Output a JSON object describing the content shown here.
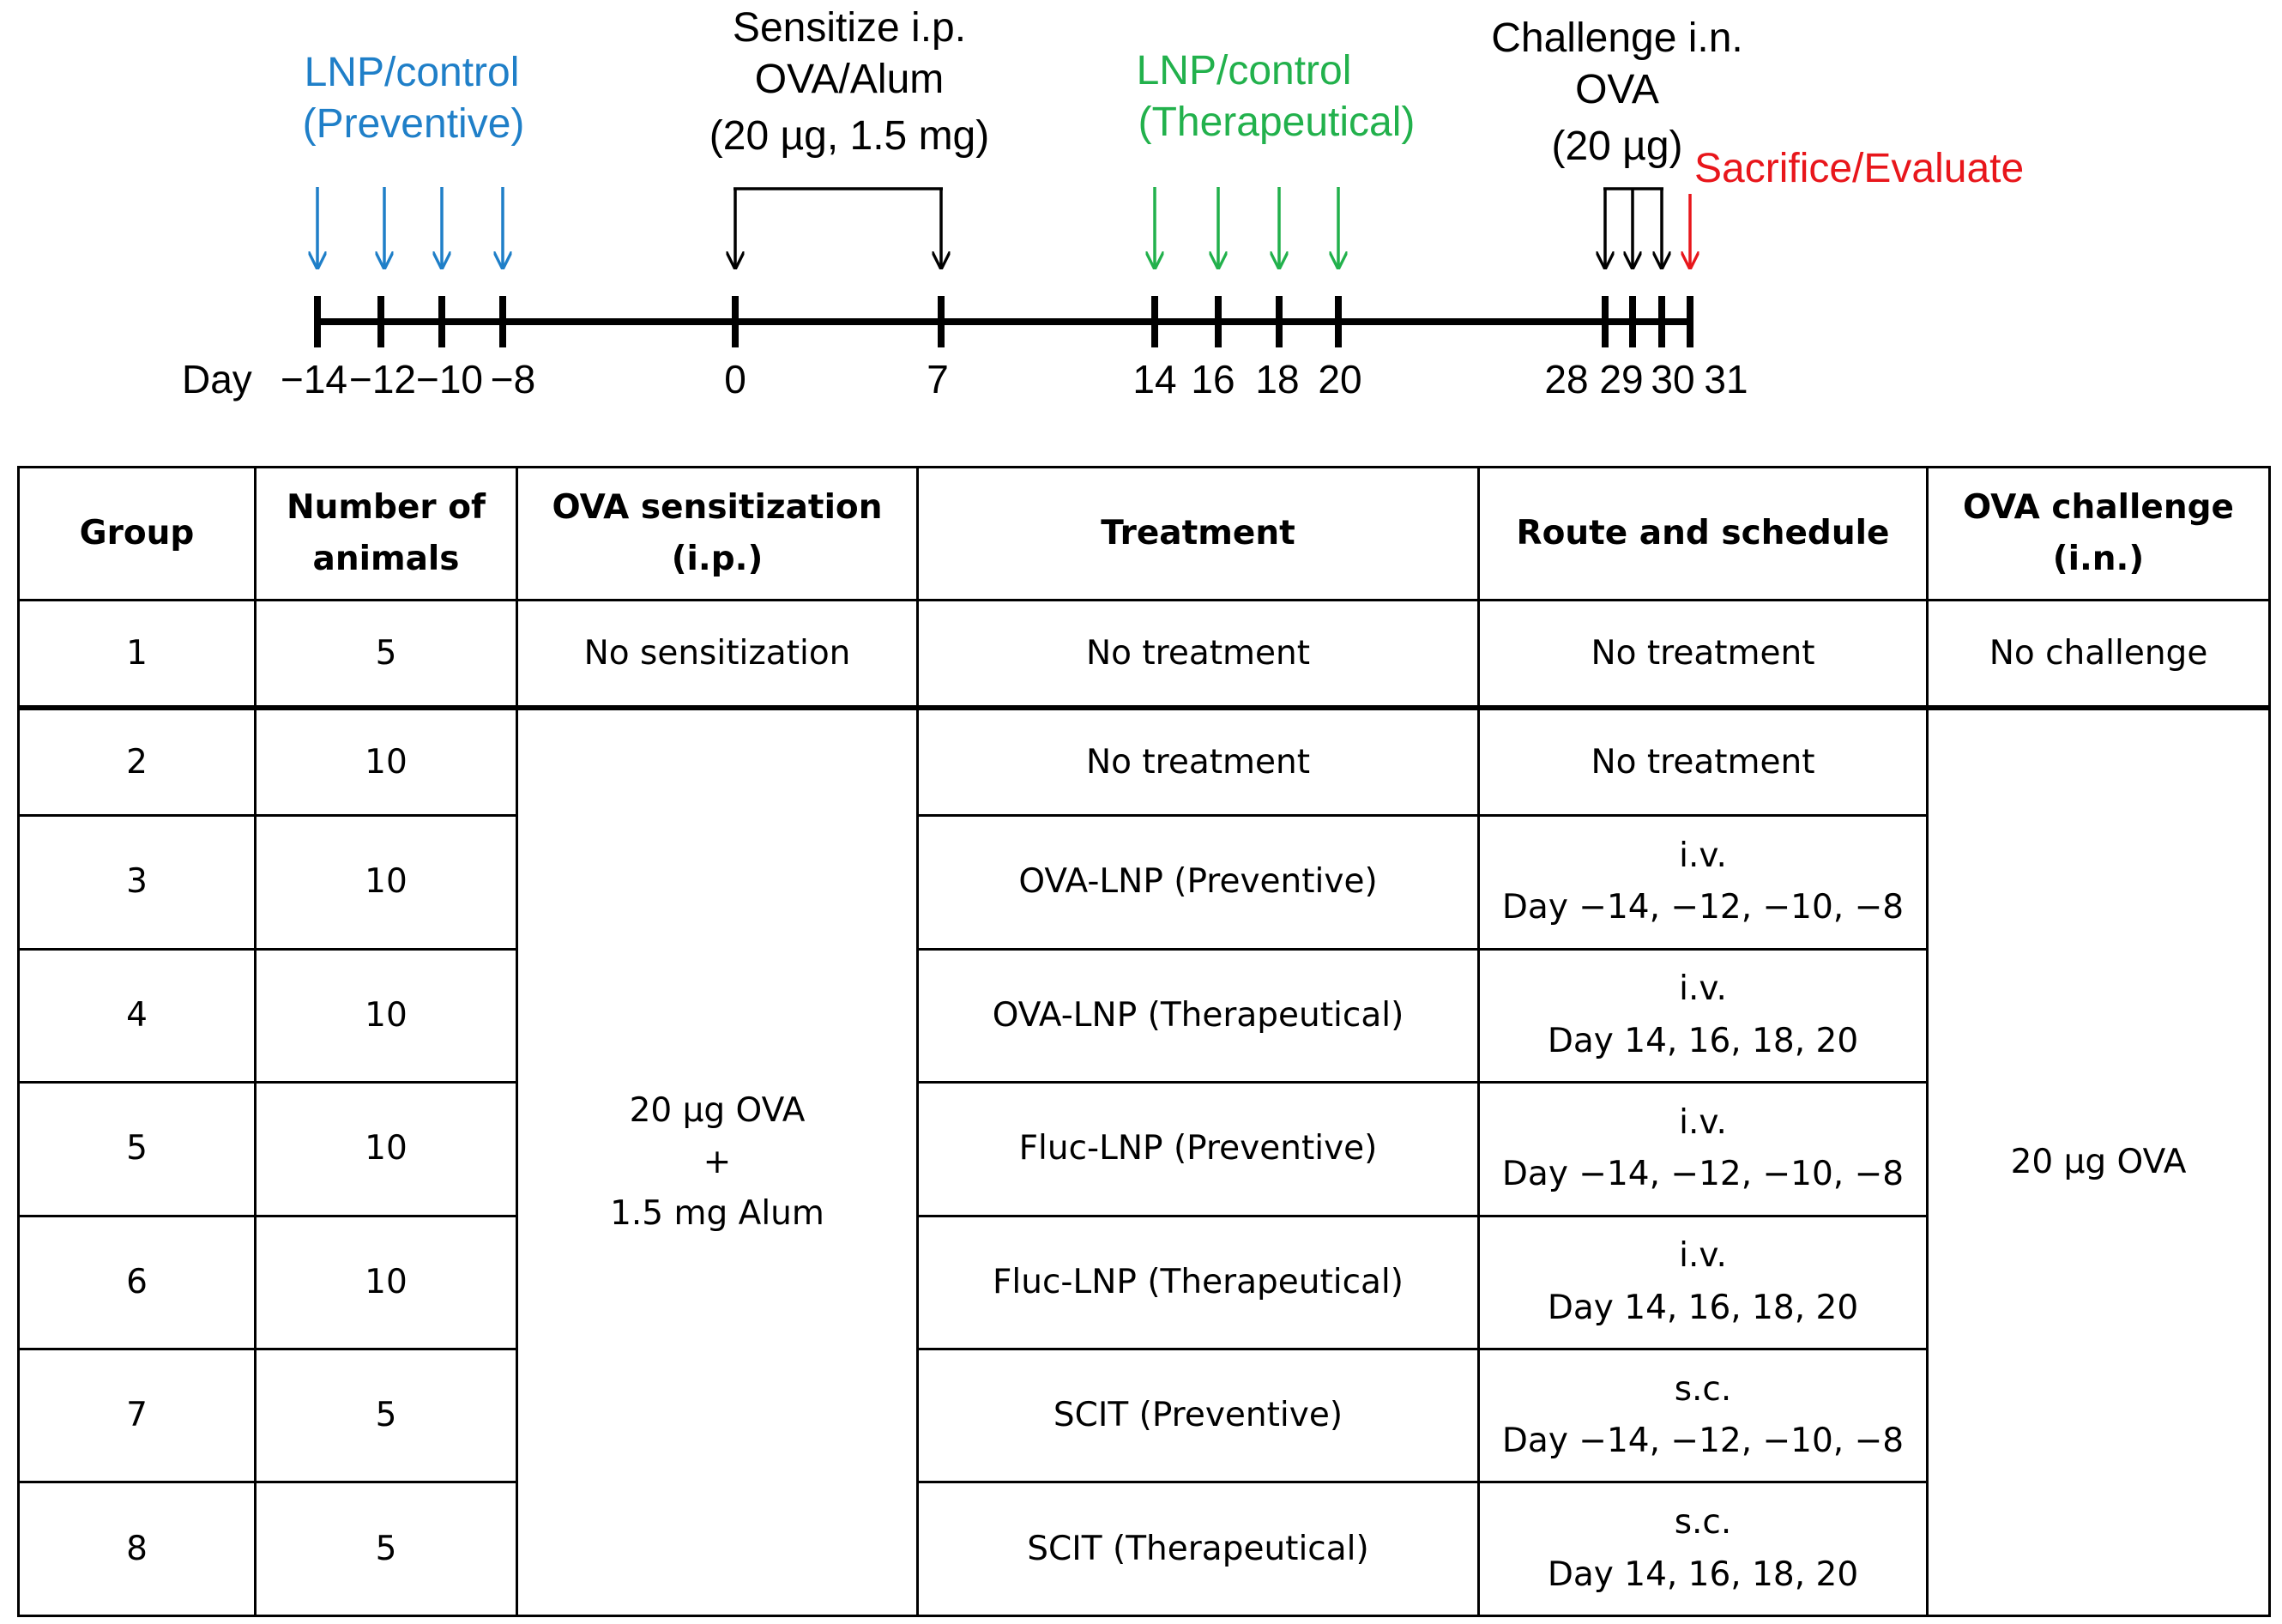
{
  "timeline": {
    "day_label": "Day",
    "ticks": [
      "−14",
      "−12",
      "−10",
      "−8",
      "0",
      "7",
      "14",
      "16",
      "18",
      "20",
      "28",
      "29",
      "30",
      "31"
    ],
    "phases": {
      "preventive": {
        "line1": "LNP/control",
        "line2": "(Preventive)",
        "color": "#1f7fc8"
      },
      "sensitize": {
        "line1": "Sensitize i.p.",
        "line2": "OVA/Alum",
        "line3": "(20 µg, 1.5 mg)",
        "color": "#000000"
      },
      "therapeutical": {
        "line1": "LNP/control",
        "line2": "(Therapeutical)",
        "color": "#22b14c"
      },
      "challenge": {
        "line1": "Challenge i.n.",
        "line2": "OVA",
        "line3": "(20 µg)",
        "color": "#000000"
      },
      "sacrifice": {
        "label": "Sacrifice/Evaluate",
        "color": "#e8161b"
      }
    }
  },
  "table": {
    "headers": {
      "group": "Group",
      "animals_1": "Number of",
      "animals_2": "animals",
      "sens_1": "OVA sensitization",
      "sens_2": "(i.p.)",
      "treatment": "Treatment",
      "route": "Route and schedule",
      "chal_1": "OVA challenge",
      "chal_2": "(i.n.)"
    },
    "rows": [
      {
        "group": "1",
        "animals": "5",
        "sensitization": "No sensitization",
        "treatment": "No treatment",
        "route": "No treatment",
        "challenge": "No challenge"
      },
      {
        "group": "2",
        "animals": "10",
        "treatment": "No treatment",
        "route": "No treatment"
      },
      {
        "group": "3",
        "animals": "10",
        "treatment": "OVA-LNP (Preventive)",
        "route_1": "i.v.",
        "route_2": "Day −14, −12, −10, −8"
      },
      {
        "group": "4",
        "animals": "10",
        "treatment": "OVA-LNP (Therapeutical)",
        "route_1": "i.v.",
        "route_2": "Day 14, 16, 18, 20"
      },
      {
        "group": "5",
        "animals": "10",
        "treatment": "Fluc-LNP (Preventive)",
        "route_1": "i.v.",
        "route_2": "Day −14, −12, −10, −8"
      },
      {
        "group": "6",
        "animals": "10",
        "treatment": "Fluc-LNP (Therapeutical)",
        "route_1": "i.v.",
        "route_2": "Day 14, 16, 18, 20"
      },
      {
        "group": "7",
        "animals": "5",
        "treatment": "SCIT (Preventive)",
        "route_1": "s.c.",
        "route_2": "Day −14, −12, −10, −8"
      },
      {
        "group": "8",
        "animals": "5",
        "treatment": "SCIT (Therapeutical)",
        "route_1": "s.c.",
        "route_2": "Day 14, 16, 18, 20"
      }
    ],
    "merged_sensitization": {
      "line1": "20 µg OVA",
      "line2": "+",
      "line3": "1.5 mg Alum"
    },
    "merged_challenge": "20 µg OVA"
  }
}
